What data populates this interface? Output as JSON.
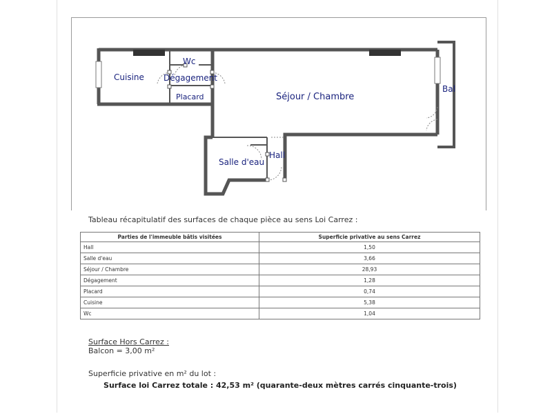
{
  "plan": {
    "rooms": {
      "cuisine": "Cuisine",
      "wc": "Wc",
      "degagement": "Dégagement",
      "placard": "Placard",
      "sejour": "Séjour / Chambre",
      "balcon": "Bal",
      "salle_eau": "Salle d'eau",
      "hall": "Hall"
    }
  },
  "table": {
    "caption": "Tableau récapitulatif des surfaces de chaque pièce au sens Loi Carrez :",
    "headers": [
      "Parties de l'immeuble bâtis visitées",
      "Superficie privative au sens Carrez"
    ],
    "rows": [
      {
        "room": "Hall",
        "area": "1,50"
      },
      {
        "room": "Salle d'eau",
        "area": "3,66"
      },
      {
        "room": "Séjour / Chambre",
        "area": "28,93"
      },
      {
        "room": "Dégagement",
        "area": "1,28"
      },
      {
        "room": "Placard",
        "area": "0,74"
      },
      {
        "room": "Cuisine",
        "area": "5,38"
      },
      {
        "room": "Wc",
        "area": "1,04"
      }
    ]
  },
  "hors_carrez": {
    "title": "Surface Hors Carrez :",
    "balcon": "Balcon = 3,00 m²"
  },
  "lot": {
    "label": "Superficie privative en m² du lot :",
    "total": "Surface loi Carrez totale : 42,53 m² (quarante-deux mètres carrés cinquante-trois)"
  }
}
